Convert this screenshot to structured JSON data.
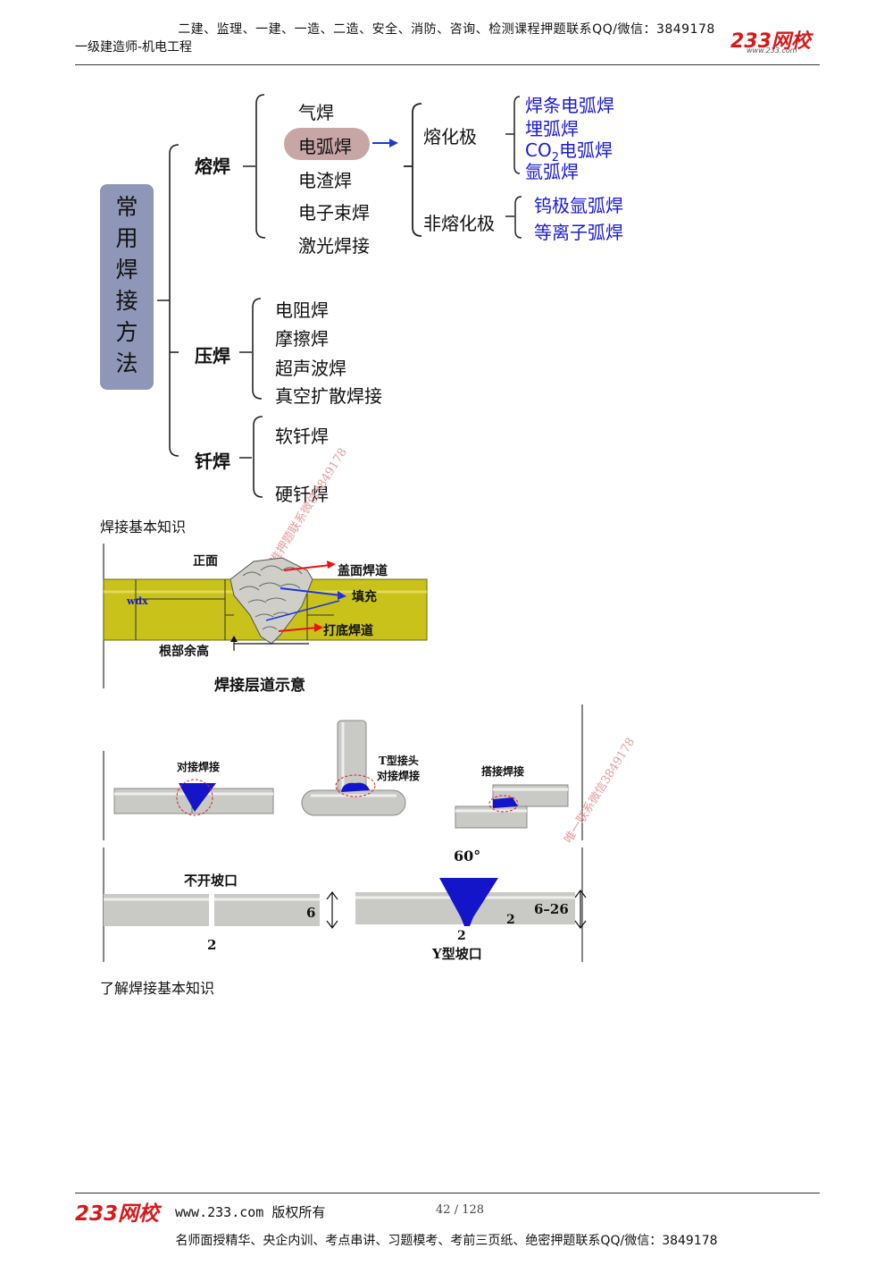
{
  "header": {
    "top_line": "二建、监理、一建、一造、二造、安全、消防、咨询、检测课程押题联系QQ/微信：3849178",
    "subtitle": "一级建造师-机电工程",
    "logo": "233网校",
    "logo_url": "www.233.com"
  },
  "tree": {
    "root": "常用焊接方法",
    "root_chars": [
      "常",
      "用",
      "焊",
      "接",
      "方",
      "法"
    ],
    "fusion": {
      "label": "熔焊",
      "items": [
        "气焊",
        "电弧焊",
        "电渣焊",
        "电子束焊",
        "激光焊接"
      ],
      "consumable": {
        "label": "熔化极",
        "items": [
          "焊条电弧焊",
          "埋弧焊",
          "CO",
          "2",
          "电弧焊",
          "氩弧焊"
        ]
      },
      "non_consumable": {
        "label": "非熔化极",
        "items": [
          "钨极氩弧焊",
          "等离子弧焊"
        ]
      }
    },
    "pressure": {
      "label": "压焊",
      "items": [
        "电阻焊",
        "摩擦焊",
        "超声波焊",
        "真空扩散焊接"
      ]
    },
    "brazing": {
      "label": "钎焊",
      "items": [
        "软钎焊",
        "硬钎焊"
      ]
    }
  },
  "caption1": "焊接基本知识",
  "fig1": {
    "front": "正面",
    "cover": "盖面焊道",
    "fill": "填充",
    "root_pass": "打底焊道",
    "root_height": "根部余高",
    "wdx": "wdx",
    "title": "焊接层道示意"
  },
  "fig2": {
    "butt": "对接焊接",
    "t_joint_1": "T型接头",
    "t_joint_2": "对接焊接",
    "lap": "搭接焊接"
  },
  "fig3": {
    "no_groove": "不开坡口",
    "gap": "2",
    "thk": "6",
    "angle": "60°",
    "thk_range": "6–26",
    "gap2": "2",
    "root_face": "2",
    "y_groove": "Y型坡口"
  },
  "caption2": "了解焊接基本知识",
  "watermarks": {
    "wm1": "精准押题联系微信3849178",
    "wm2": "唯一联系微信3849178"
  },
  "footer": {
    "logo": "233网校",
    "copyright": "www.233.com 版权所有",
    "page": "42",
    "sep": "/",
    "total": "128",
    "bottom_line": "名师面授精华、央企内训、考点串讲、习题模考、考前三页纸、绝密押题联系QQ/微信：3849178"
  },
  "colors": {
    "accent_red": "#d7191b",
    "root_box": "#8e97b8",
    "highlight": "#c9a6a6",
    "blue_text": "#1a1ad6",
    "pipe_yellow": "#c8c21a",
    "weld_blue": "#1414c8",
    "pipe_gray": "#c9c9c6"
  }
}
